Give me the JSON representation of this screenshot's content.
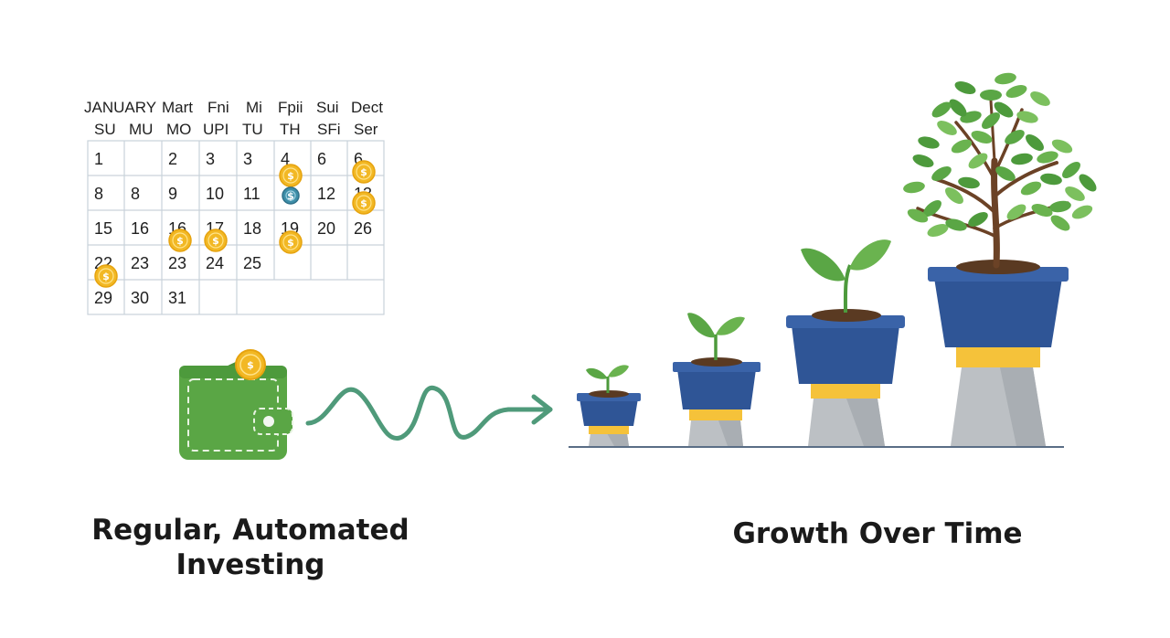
{
  "calendar": {
    "header_rows": [
      [
        "JANUARY",
        "Mart",
        "Fni",
        "Mi",
        "Fpii",
        "Sui",
        "Dect"
      ],
      [
        "SU",
        "MU",
        "MO",
        "UPI",
        "TU",
        "TH",
        "SFi",
        "Ser"
      ]
    ],
    "weeks": [
      [
        "1",
        "",
        "2",
        "3",
        "3",
        "4",
        "6",
        "6"
      ],
      [
        "8",
        "8",
        "9",
        "10",
        "11",
        "",
        "12",
        "13"
      ],
      [
        "15",
        "16",
        "16",
        "17",
        "18",
        "19",
        "20",
        "26"
      ],
      [
        "22",
        "23",
        "23",
        "24",
        "25",
        "",
        "",
        ""
      ],
      [
        "29",
        "30",
        "31",
        "",
        "",
        "",
        "",
        ""
      ]
    ],
    "coin_symbol": "$",
    "coin_color": "#f2b824",
    "accent_coin_color": "#3d8ea8"
  },
  "flow": {
    "wallet_color": "#5aa645",
    "arrow_color": "#4f9a7a",
    "pot_color": "#2f5596",
    "pot_band_color": "#f5c23a",
    "pedestal_color": "#bcc0c4",
    "leaf_color": "#5aa645",
    "icons": [
      "calendar-icon",
      "wallet-icon",
      "coin-icon",
      "wave-arrow-icon",
      "potted-plant-icon",
      "tree-icon"
    ]
  },
  "captions": {
    "left": [
      "Regular, Automated",
      "Investing"
    ],
    "right": "Growth Over Time"
  }
}
